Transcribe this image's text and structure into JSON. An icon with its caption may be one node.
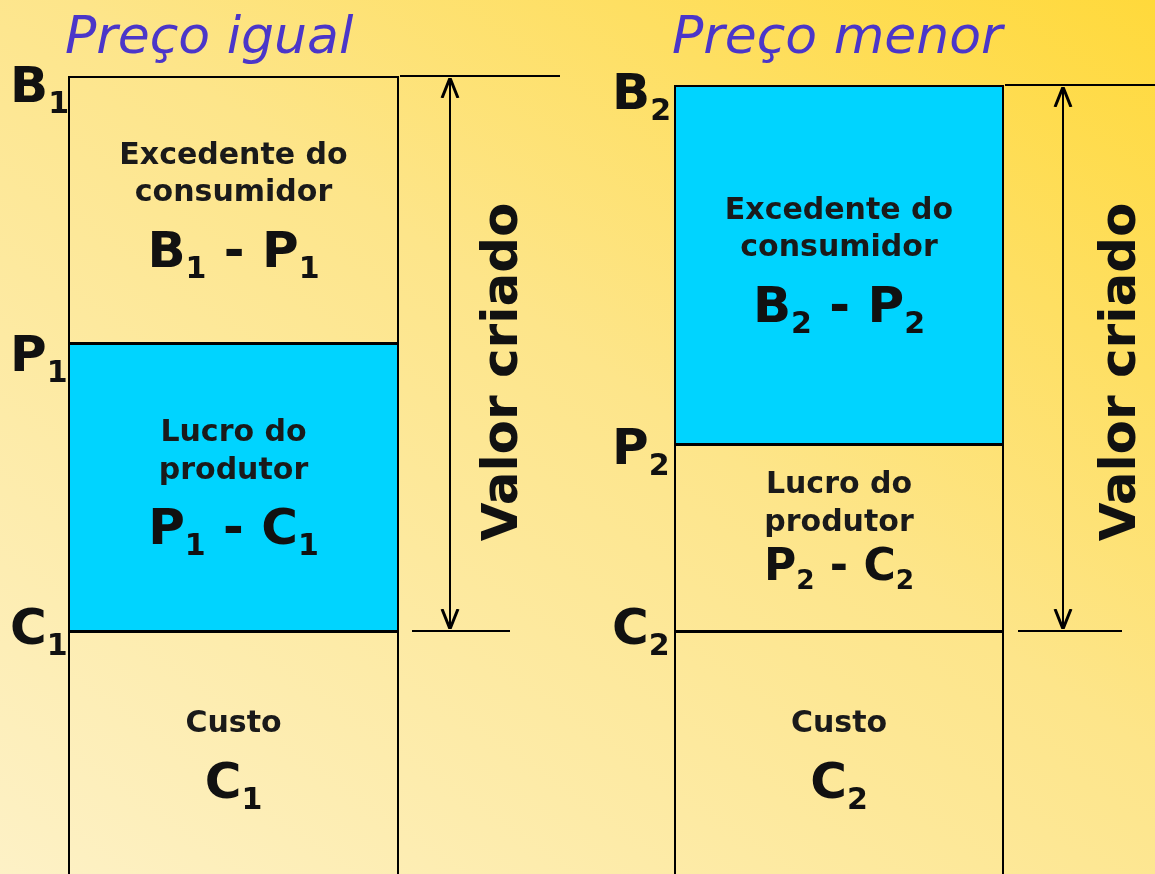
{
  "diagram": {
    "nodes": [
      {
        "text": [
          "Excedente do consumidor",
          "B$_{1}$ - P$_{1}$"
        ]
      },
      {
        "text": [
          "Lucro do produtor",
          "P$_{1}$ - C$_{1}$"
        ]
      },
      {
        "text": [
          "Custo",
          "C$_{1}$"
        ]
      },
      {
        "text": [
          "Excedente do consumidor",
          "B$_{2}$ - P$_{2}$"
        ]
      },
      {
        "text": [
          "Lucro do produtor",
          "P$_{2}$ - C$_{2}$"
        ]
      },
      {
        "text": [
          "Custo",
          "C$_{2}$"
        ]
      }
    ],
    "labels": [
      "Preço igual",
      "Preço menor",
      "B$_{1}$",
      "P$_{1}$",
      "C$_{1}$",
      "Valor criado",
      "B$_{2}$",
      "P$_{2}$",
      "C$_{2}$",
      "Valor criado"
    ]
  }
}
